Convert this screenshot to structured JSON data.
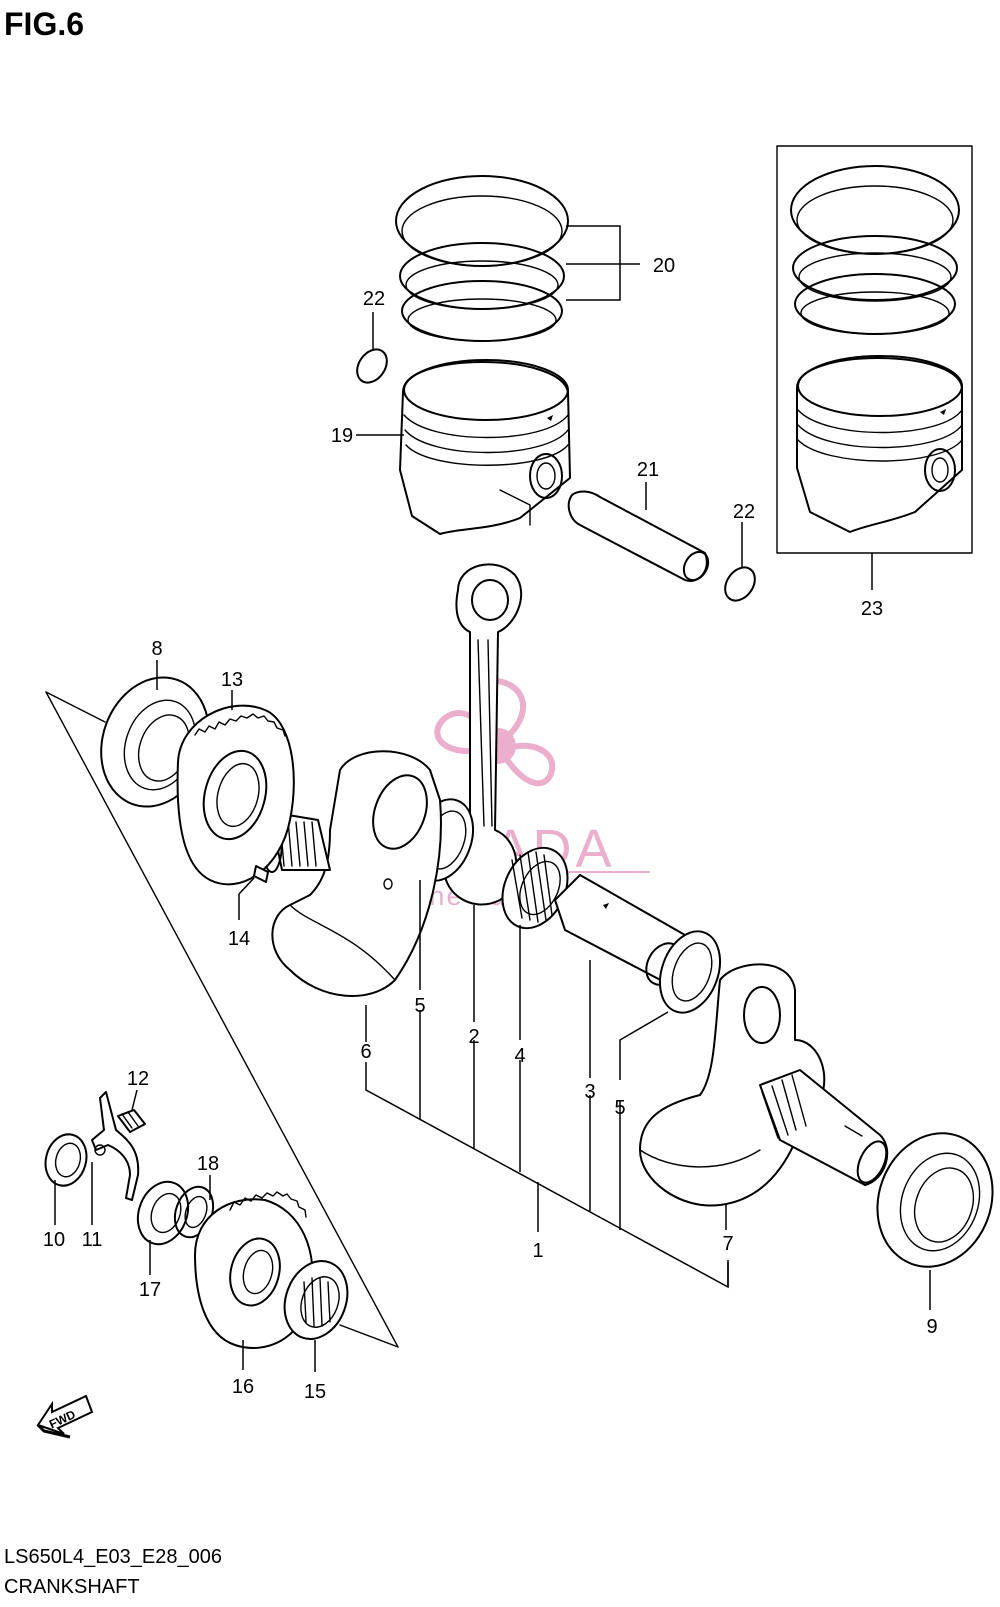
{
  "figure": {
    "title": "FIG.6"
  },
  "footer": {
    "code": "LS650L4_E03_E28_006",
    "name": "CRANKSHAFT"
  },
  "callouts": {
    "c1": "1",
    "c2": "2",
    "c3": "3",
    "c4": "4",
    "c5a": "5",
    "c5b": "5",
    "c6": "6",
    "c7": "7",
    "c8": "8",
    "c9": "9",
    "c10": "10",
    "c11": "11",
    "c12": "12",
    "c13": "13",
    "c14": "14",
    "c15": "15",
    "c16": "16",
    "c17": "17",
    "c18": "18",
    "c19": "19",
    "c20": "20",
    "c21": "21",
    "c22a": "22",
    "c22b": "22",
    "c23": "23"
  },
  "fwd_arrow": {
    "label": "FWD"
  },
  "watermark": {
    "brand": "ARMADA",
    "tagline": "marine outboards",
    "color": "#e8a0c4",
    "icon": "propeller-logo-icon"
  }
}
